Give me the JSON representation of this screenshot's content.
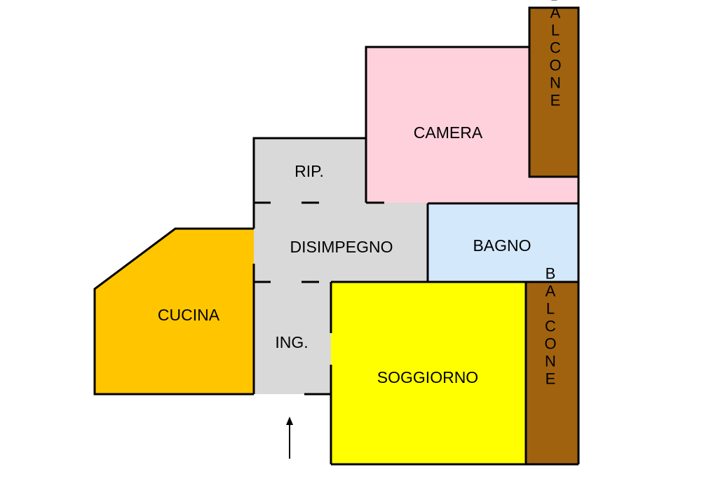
{
  "floor_plan": {
    "rooms": {
      "camera": {
        "label": "CAMERA",
        "color": "#ffd1dc"
      },
      "balcone_top": {
        "label": "BALCONE",
        "color": "#a0620f"
      },
      "ripostiglio": {
        "label": "RIP.",
        "color": "#d9d9d9"
      },
      "disimpegno": {
        "label": "DISIMPEGNO",
        "color": "#d9d9d9"
      },
      "bagno": {
        "label": "BAGNO",
        "color": "#d3e8fb"
      },
      "cucina": {
        "label": "CUCINA",
        "color": "#ffc600"
      },
      "ingresso": {
        "label": "ING.",
        "color": "#d9d9d9"
      },
      "soggiorno": {
        "label": "SOGGIORNO",
        "color": "#ffff00"
      },
      "balcone_bottom": {
        "label": "BALCONE",
        "color": "#a0620f"
      }
    },
    "entrance_arrow_icon": "up-arrow-icon"
  }
}
